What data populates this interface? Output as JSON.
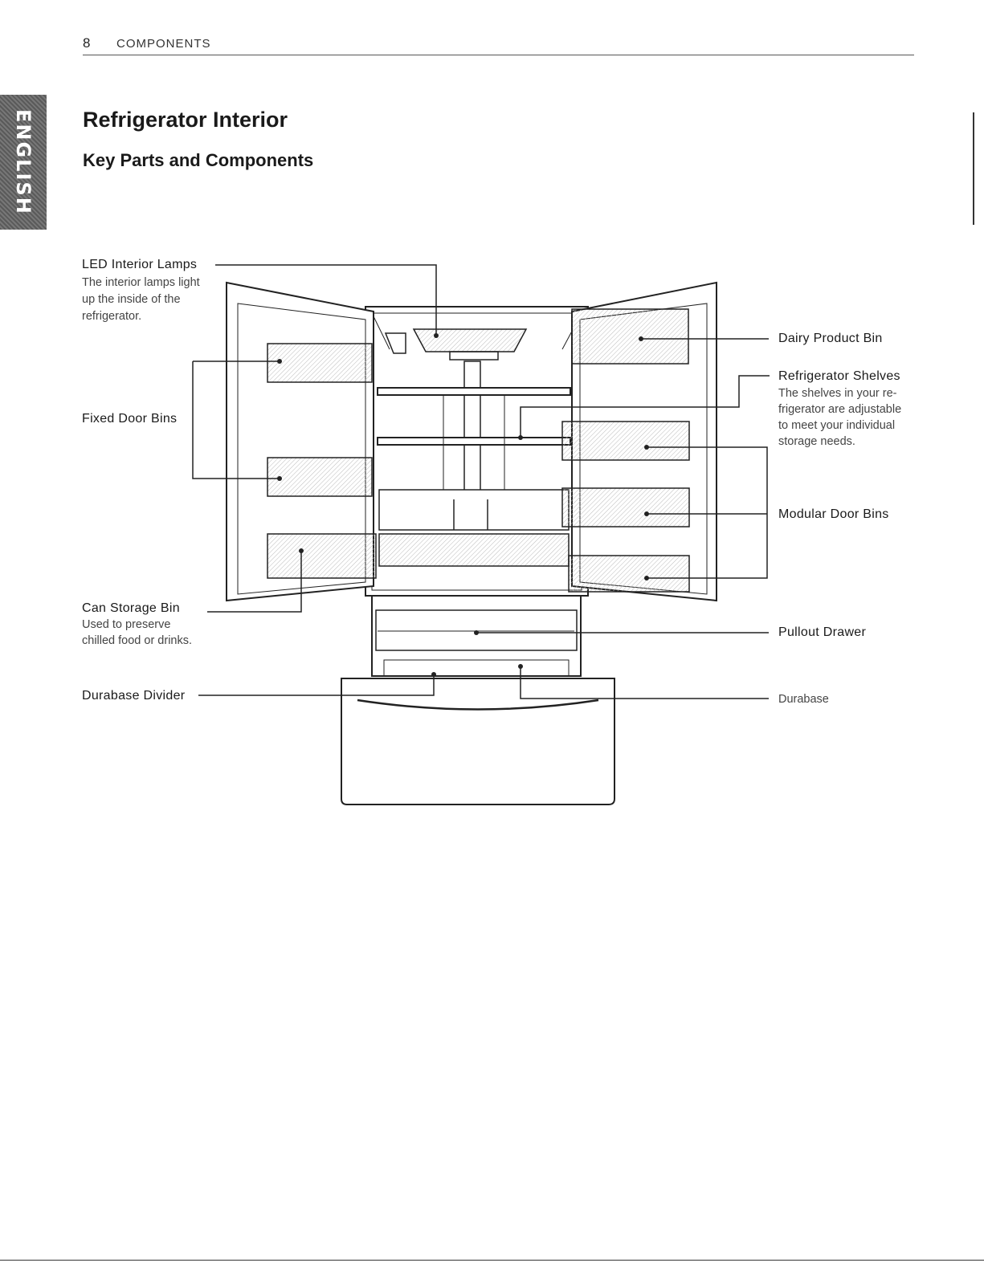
{
  "header": {
    "page_number": "8",
    "section": "COMPONENTS"
  },
  "language_tab": "ENGLISH",
  "title": "Refrigerator Interior",
  "subtitle": "Key Parts and Components",
  "callouts": {
    "led_lamps": {
      "label": "LED Interior Lamps",
      "desc": [
        "The interior lamps light",
        "up the inside of the",
        "refrigerator."
      ]
    },
    "fixed_door_bins": {
      "label": "Fixed Door Bins"
    },
    "can_storage_bin": {
      "label": "Can Storage Bin",
      "desc": [
        "Used to preserve",
        "chilled food or drinks."
      ]
    },
    "durabase_divider": {
      "label": "Durabase Divider"
    },
    "dairy_product_bin": {
      "label": "Dairy Product Bin"
    },
    "refrigerator_shelves": {
      "label": "Refrigerator Shelves",
      "desc": [
        "The shelves in your re-",
        "frigerator are adjustable",
        "to meet your individual",
        "storage needs."
      ]
    },
    "modular_door_bins": {
      "label": "Modular Door Bins"
    },
    "pullout_drawer": {
      "label": "Pullout Drawer"
    },
    "durabase": {
      "label": "Durabase"
    }
  }
}
